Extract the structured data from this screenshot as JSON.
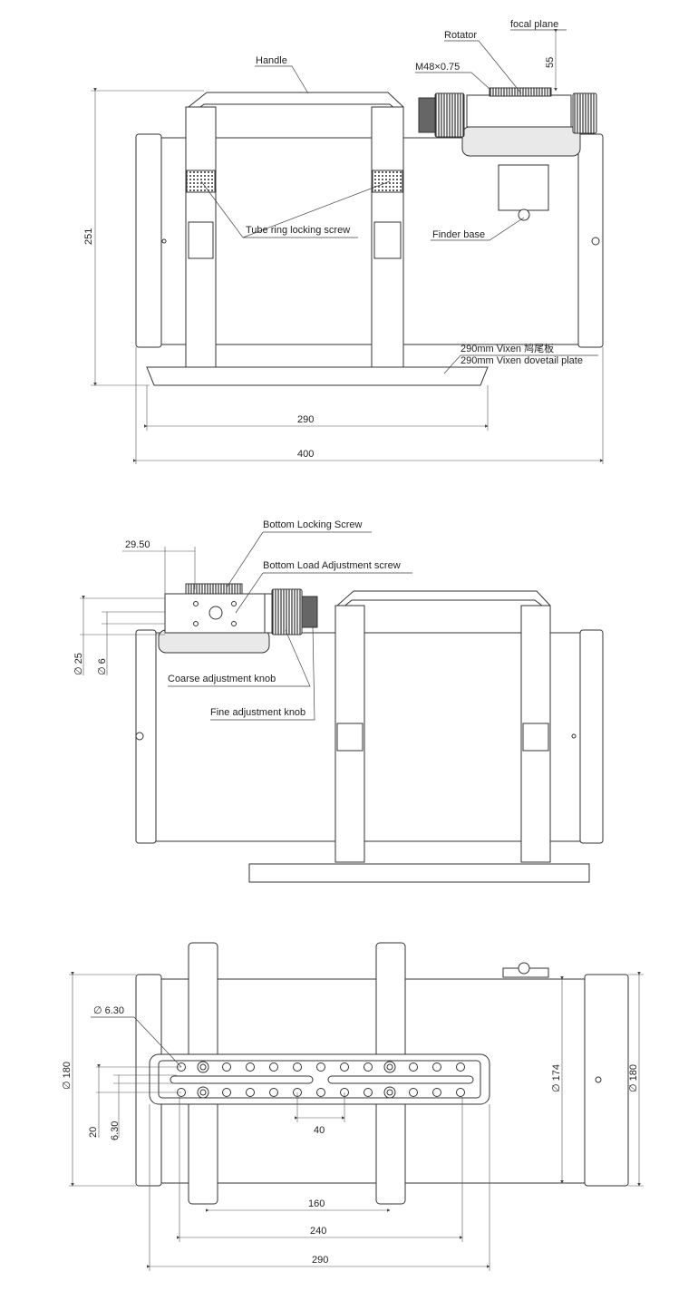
{
  "top_view": {
    "labels": {
      "handle": "Handle",
      "rotator": "Rotator",
      "thread": "M48×0.75",
      "focal_plane": "focal plane",
      "tube_ring_screw": "Tube ring locking screw",
      "finder_base": "Finder base",
      "plate_cn": "290mm Vixen 鸠尾板",
      "plate_en": "290mm Vixen dovetail plate"
    },
    "dims": {
      "height": "251",
      "plate_length": "290",
      "total_length": "400",
      "focal_distance": "55"
    }
  },
  "side_view": {
    "labels": {
      "bottom_locking": "Bottom Locking Screw",
      "bottom_load": "Bottom Load Adjustment screw",
      "coarse": "Coarse adjustment knob",
      "fine": "Fine adjustment knob"
    },
    "dims": {
      "offset": "29.50",
      "dia25": "∅ 25",
      "dia6": "∅ 6"
    }
  },
  "bottom_view": {
    "labels": {
      "hole": "∅ 6.30"
    },
    "dims": {
      "dia_left": "∅ 180",
      "dia_tube": "∅ 174",
      "dia_right": "∅ 180",
      "spacing20": "20",
      "slot": "6.30",
      "hole_pitch": "40",
      "ring_spacing": "160",
      "bolt_spacing": "240",
      "plate_length": "290"
    }
  }
}
